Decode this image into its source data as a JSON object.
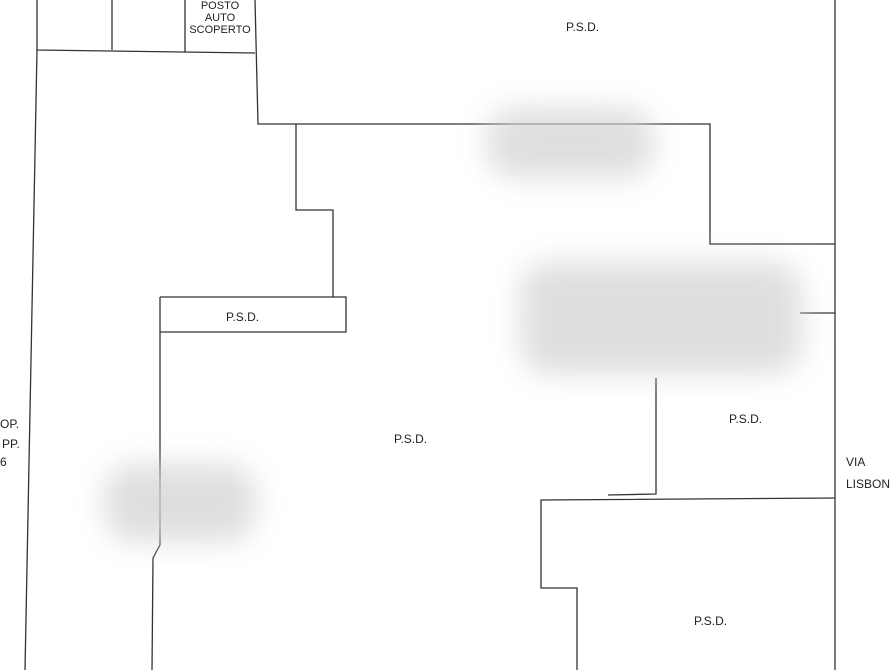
{
  "labels": {
    "posto_line1": "POSTO",
    "posto_line2": "AUTO",
    "posto_line3": "SCOPERTO",
    "psd_top": "P.S.D.",
    "psd_left_small": "P.S.D.",
    "psd_center": "P.S.D.",
    "psd_right": "P.S.D.",
    "psd_bottom_right": "P.S.D.",
    "left_frag_1": "OP.",
    "left_frag_2": "PP.",
    "left_frag_3": "6",
    "street_1": "VIA",
    "street_2": "LISBON"
  },
  "colors": {
    "line": "#333333",
    "background": "#ffffff",
    "redaction": "#d4d4d4"
  }
}
